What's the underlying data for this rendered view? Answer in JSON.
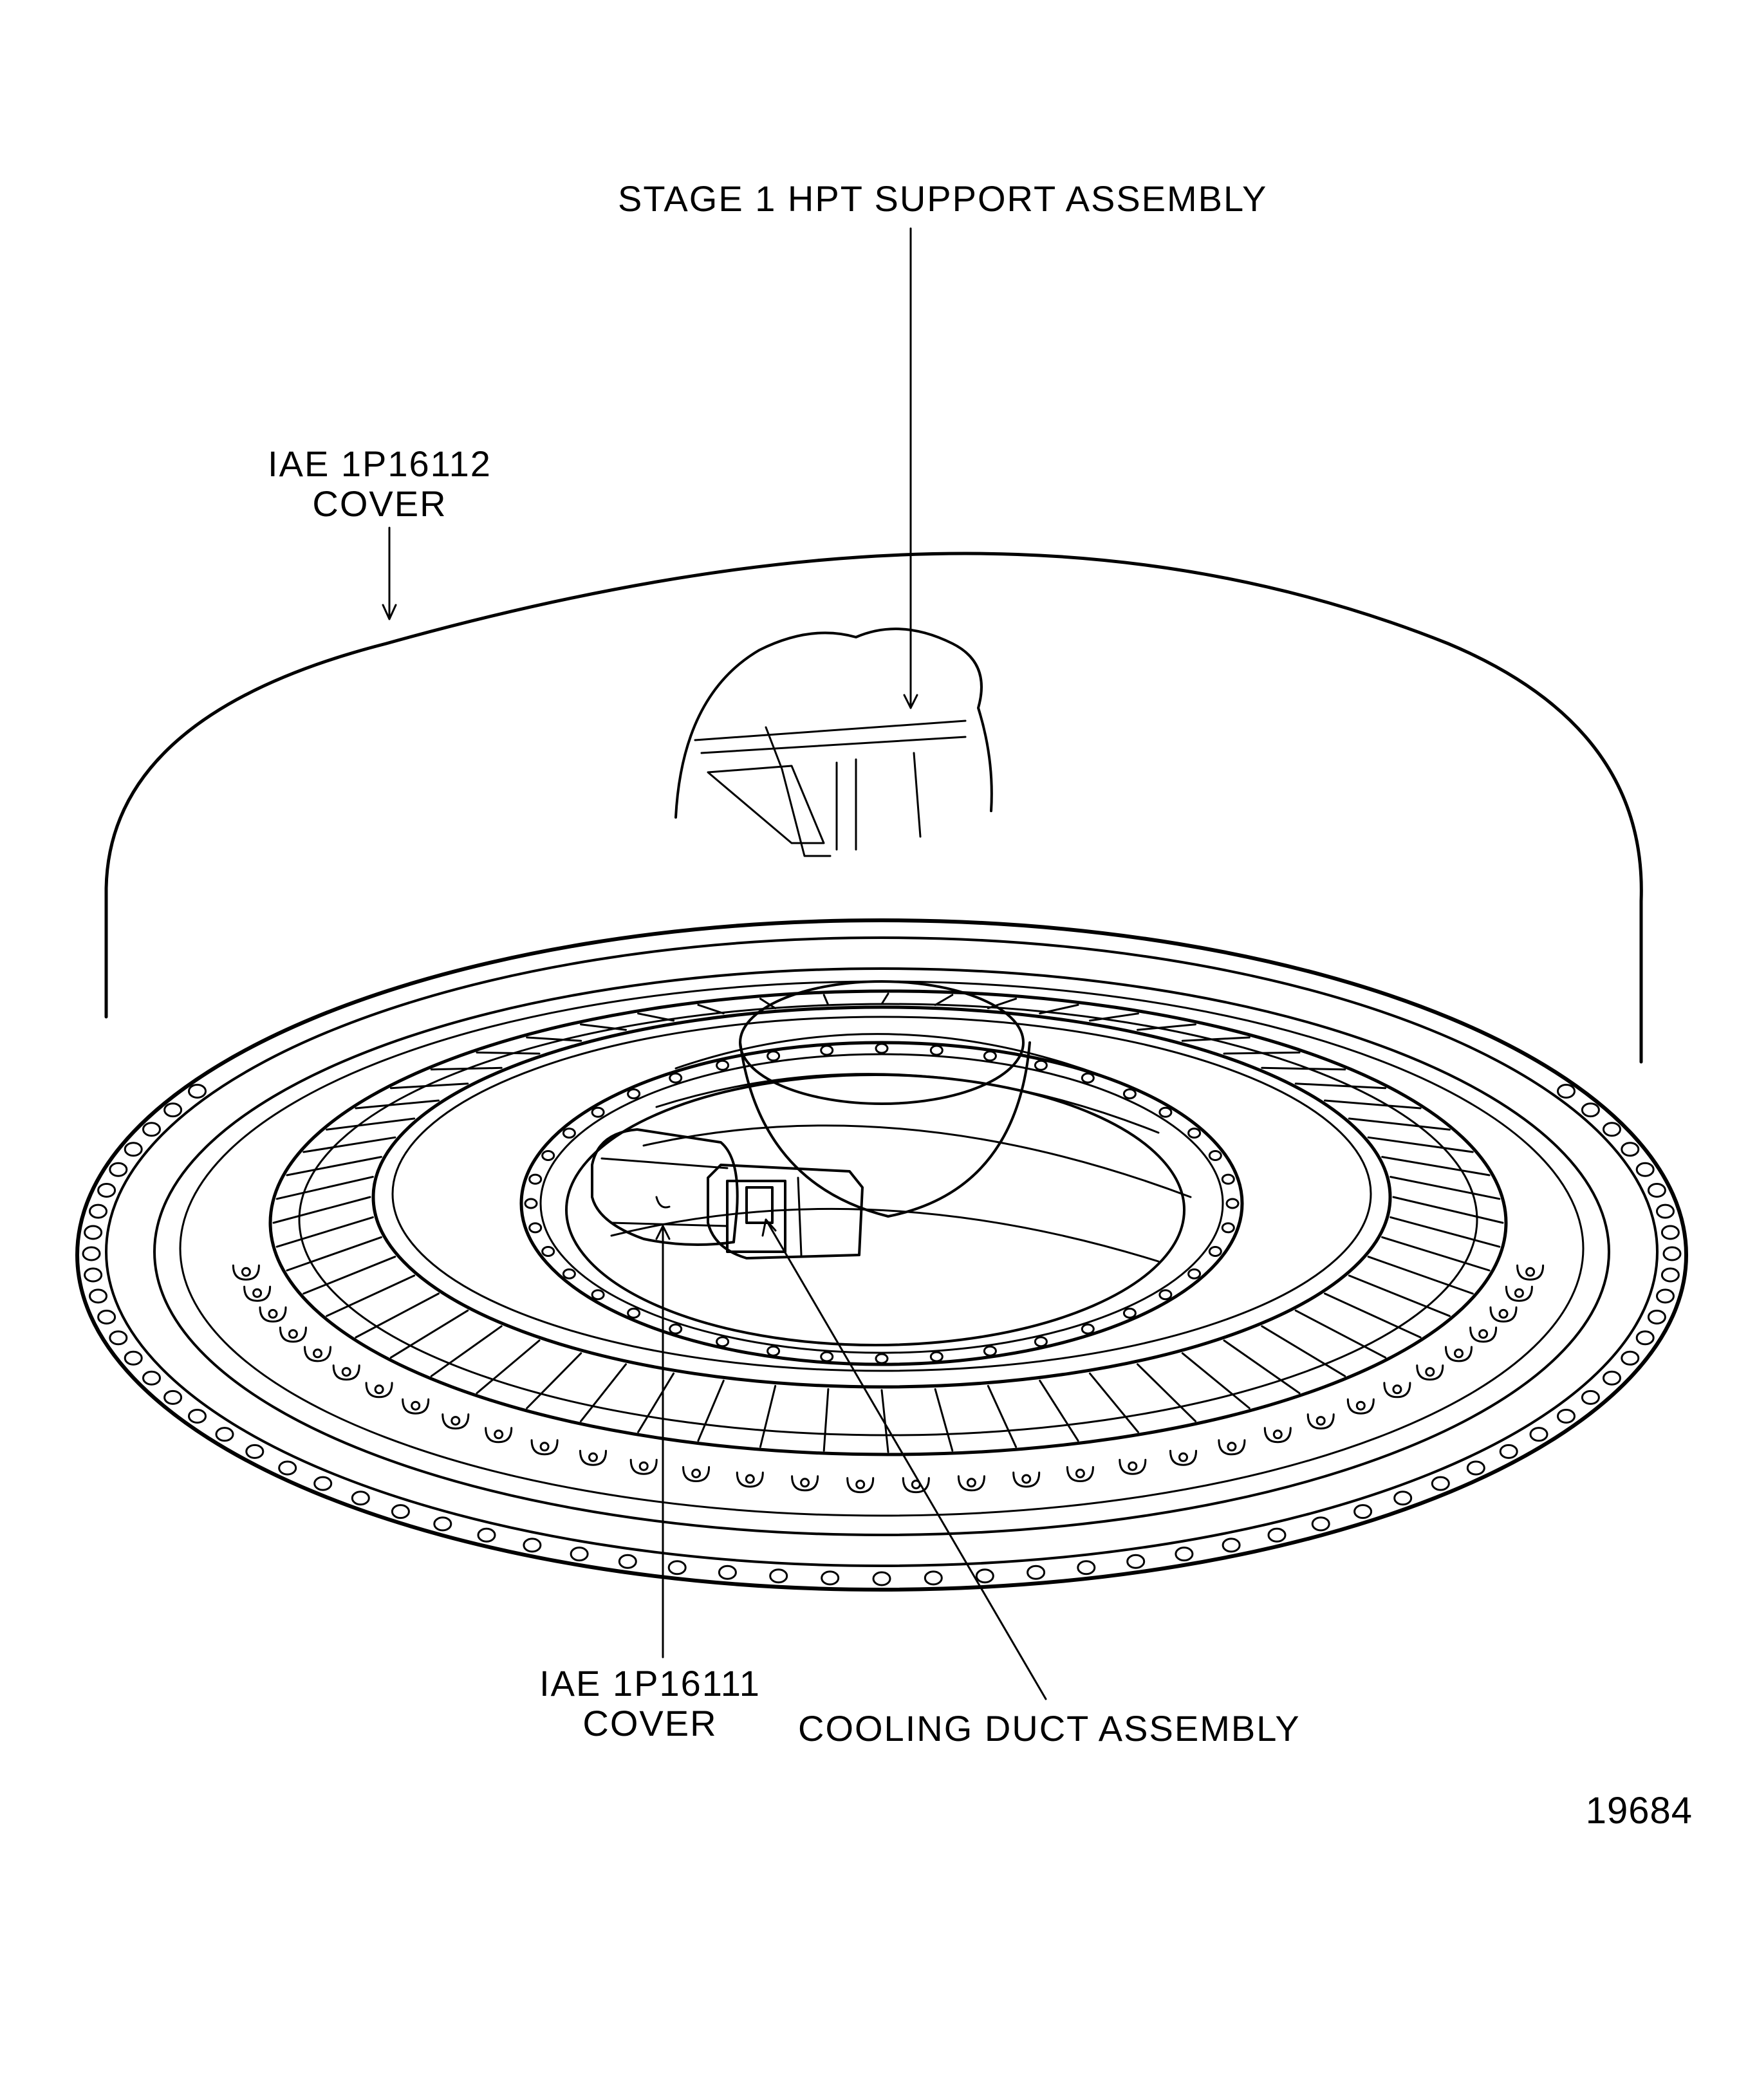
{
  "callouts": {
    "support_assembly": "STAGE 1 HPT SUPPORT ASSEMBLY",
    "outer_cover": {
      "line1": "IAE 1P16112",
      "line2": "COVER"
    },
    "inner_cover": {
      "line1": "IAE 1P16111",
      "line2": "COVER"
    },
    "cooling_duct": "COOLING DUCT ASSEMBLY"
  },
  "figure_number": "19684",
  "colors": {
    "ink": "#000000",
    "paper": "#ffffff"
  }
}
